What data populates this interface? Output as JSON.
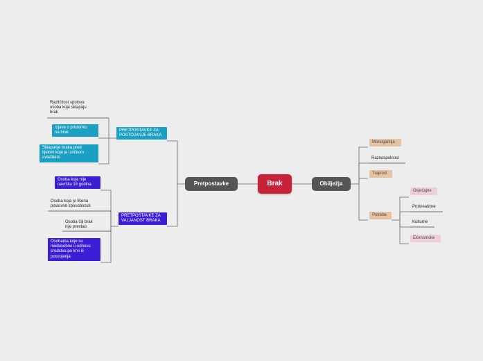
{
  "central": "Brak",
  "left": {
    "title": "Pretpostavke",
    "groups": [
      {
        "title": "PRETPOSTAVKE ZA\nPOSTOJANJE BRAKA",
        "items": [
          "Različitost spolova\nosoba koje sklapaju\nbrak",
          "Izjava o pristanku\nna brak",
          "Sklapanje braka pred\ntijelom koje je izričkom\novlašteno"
        ]
      },
      {
        "title": "PRETPOSTAVKE ZA\nVALJANOST BRAKA",
        "items": [
          "Osoba koja nije\nnavršila 18 godina",
          "Osoba koja je lišena\nposlovne sposobnosti",
          "Osoba čiji brak\nnije prestao",
          "Osobama koje su\nmeđusobno u odnosu\nsrodstva po krvi ili\nposvojenja"
        ]
      }
    ]
  },
  "right": {
    "title": "Obilježja",
    "items": [
      "Monogamija",
      "Raznospolnost",
      "Trajnost",
      "Potrebe"
    ],
    "needs": [
      "Osjećajne",
      "Prokreativne",
      "Kulturne",
      "Ekonomske"
    ]
  },
  "colors": {
    "central": "#c8223a",
    "main": "#555555",
    "teal": "#1ba0c4",
    "blue": "#3a1fd6",
    "peach": "#e6c2a4",
    "pink": "#efcfd7",
    "background": "#ededed"
  }
}
